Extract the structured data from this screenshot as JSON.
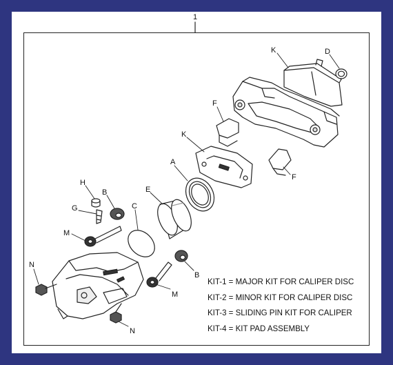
{
  "assembly_number": "1",
  "part_labels": {
    "A": "A",
    "B_top": "B",
    "B_bottom": "B",
    "C": "C",
    "D": "D",
    "E": "E",
    "F_top": "F",
    "F_bottom": "F",
    "G": "G",
    "H": "H",
    "K_top": "K",
    "K_middle": "K",
    "M_top": "M",
    "M_bottom": "M",
    "N_left": "N",
    "N_bottom": "N"
  },
  "kit_legend": [
    "KIT-1 = MAJOR KIT FOR CALIPER DISC",
    "KIT-2 = MINOR KIT FOR CALIPER DISC",
    "KIT-3 = SLIDING PIN KIT FOR CALIPER",
    "KIT-4 = KIT PAD ASSEMBLY"
  ],
  "colors": {
    "background": "#2e3580",
    "paper": "#ffffff",
    "ink": "#222222"
  }
}
